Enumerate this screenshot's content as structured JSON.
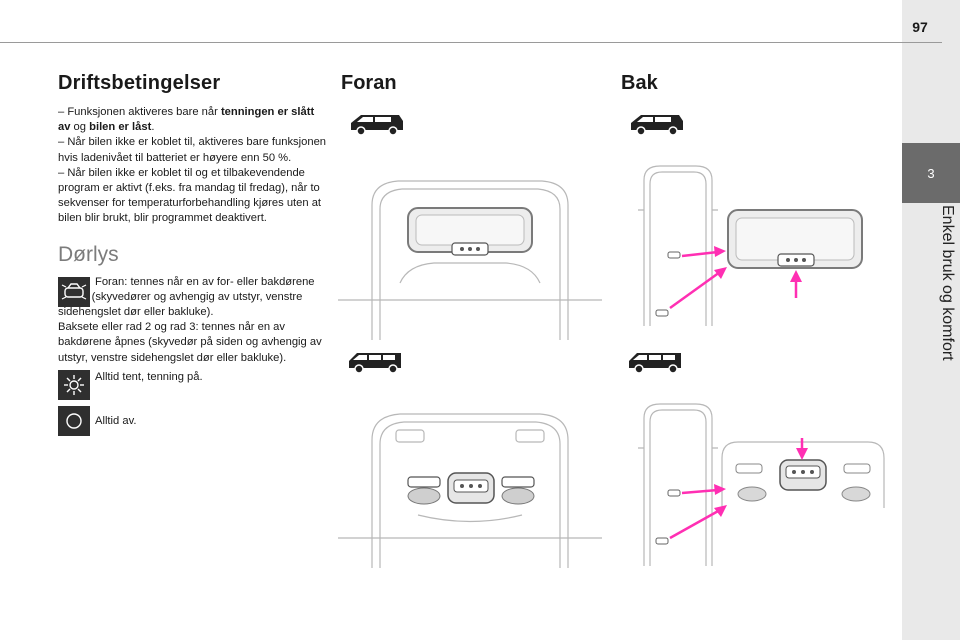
{
  "page": {
    "number": "97"
  },
  "chapter": {
    "number": "3",
    "title": "Enkel bruk og komfort"
  },
  "driftsbetingelser": {
    "heading": "Driftsbetingelser",
    "b1_pre": "– Funksjonen aktiveres bare når ",
    "b1_bold1": "tenningen er slått av",
    "b1_mid": " og ",
    "b1_bold2": "bilen er låst",
    "b1_post": ".",
    "b2": "– Når bilen ikke er koblet til, aktiveres bare funksjonen hvis ladenivået til batteriet er høyere enn 50 %.",
    "b3": "– Når bilen ikke er koblet til og et tilbakevendende program er aktivt (f.eks. fra mandag til fredag), når to sekvenser for temperaturforbehandling kjøres uten at bilen blir brukt, blir programmet deaktivert."
  },
  "dorlys": {
    "heading": "Dørlys",
    "foran_text": "Foran: tennes når en av for- eller bakdørene åpnes (skyvedører og avhengig av utstyr, venstre sidehengslet dør eller bakluke).",
    "baksete_text": "Baksete eller rad 2 og rad 3: tennes når en av bakdørene åpnes (skyvedør på siden og avhengig av utstyr, venstre sidehengslet dør eller bakluke).",
    "always_on": "Alltid tent, tenning på.",
    "always_off": "Alltid av."
  },
  "columns": {
    "front": "Foran",
    "rear": "Bak"
  },
  "icons": {
    "door": "car-door-light-icon",
    "sun": "light-on-icon",
    "off": "light-off-icon",
    "van": "van-icon",
    "arrow": "pink-arrow-icon"
  },
  "colors": {
    "accent_pink": "#ff2fb3",
    "icon_bg": "#2f2f2f",
    "sidebar": "#e9e9e9",
    "chapter_box": "#6b6b6b"
  }
}
